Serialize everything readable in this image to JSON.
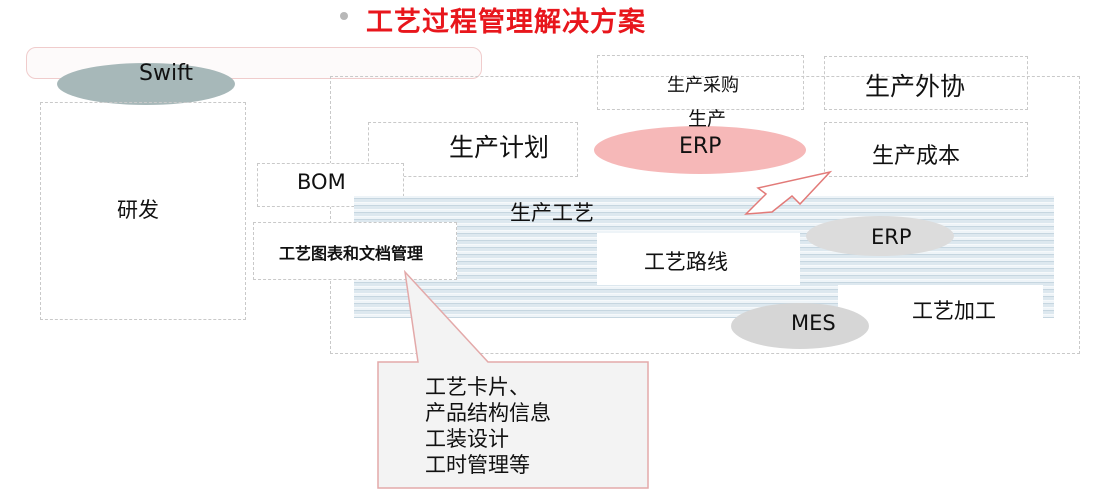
{
  "title": "工艺过程管理解决方案",
  "nodes": {
    "swift": "Swift",
    "research": "研发",
    "bom": "BOM",
    "doc_mgmt": "工艺图表和文档管理",
    "prod_plan": "生产计划",
    "prod_purchase": "生产采购",
    "prod_outsource": "生产外协",
    "prod_erp_line1": "生产",
    "prod_erp_line2": "ERP",
    "prod_cost": "生产成本",
    "prod_process": "生产工艺",
    "process_route": "工艺路线",
    "erp": "ERP",
    "process_machining": "工艺加工",
    "mes": "MES"
  },
  "callout_lines": [
    "工艺卡片、",
    "产品结构信息",
    "工装设计",
    "工时管理等"
  ],
  "colors": {
    "title": "#e8161c",
    "swift_ellipse": "#a7b8b9",
    "prod_erp_ellipse": "#f6b8b8",
    "erp_ellipse": "#dcdcdc",
    "mes_ellipse": "#d6d6d6",
    "arrow_stroke": "#e27a78",
    "band": "#d9e6ee"
  }
}
